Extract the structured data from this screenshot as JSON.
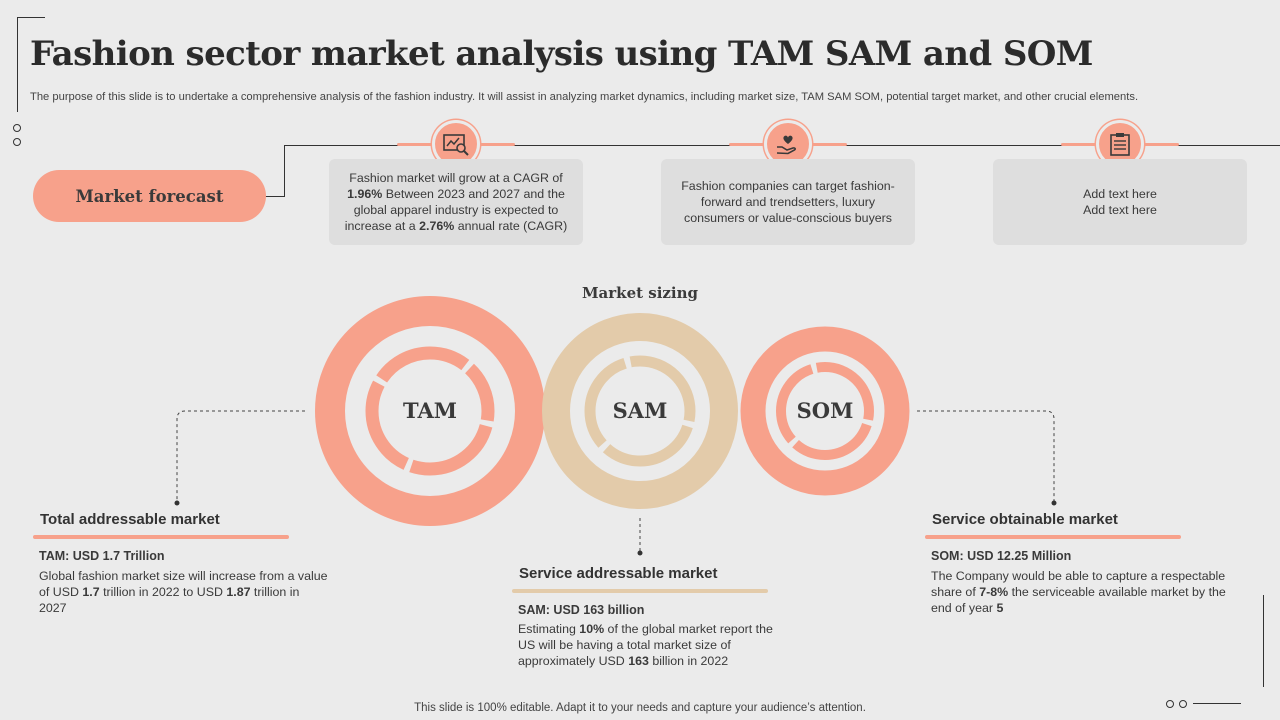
{
  "title": "Fashion sector market analysis using TAM SAM and SOM",
  "subtitle": "The purpose of this slide is to undertake a comprehensive analysis of the fashion industry. It will assist in analyzing market dynamics, including market size, TAM SAM SOM, potential target market, and other crucial elements.",
  "forecast": {
    "label": "Market forecast",
    "cards": [
      {
        "icon": "chart-analysis-icon",
        "parts": [
          "Fashion market will grow at a CAGR of ",
          "1.96%",
          " Between 2023 and 2027 and the global apparel industry is expected to increase at a ",
          "2.76%",
          " annual rate (CAGR)"
        ]
      },
      {
        "icon": "heart-hand-icon",
        "text": "Fashion companies can target fashion-forward and trendsetters, luxury consumers or value-conscious buyers"
      },
      {
        "icon": "clipboard-icon",
        "line1": "Add text here",
        "line2": "Add text here"
      }
    ]
  },
  "sizing": {
    "title": "Market sizing",
    "tam": "TAM",
    "sam": "SAM",
    "som": "SOM"
  },
  "sections": {
    "tam": {
      "title": "Total addressable market",
      "head": "TAM: USD 1.7 Trillion",
      "parts": [
        "Global fashion market size will increase from a value of USD ",
        "1.7",
        " trillion in 2022 to USD ",
        "1.87",
        " trillion in 2027"
      ]
    },
    "sam": {
      "title": "Service addressable market",
      "head": "SAM: USD 163 billion",
      "parts": [
        "Estimating ",
        "10%",
        " of the global market report the US will be having a total market size of approximately USD ",
        "163",
        " billion in 2022"
      ]
    },
    "som": {
      "title": "Service obtainable market",
      "head": "SOM: USD 12.25 Million",
      "parts": [
        "The Company would be able to capture a respectable share of ",
        "7-8%",
        " the serviceable available market by the end of year ",
        "5",
        ""
      ]
    }
  },
  "footer": "This slide is 100% editable. Adapt it to your needs and capture your audience’s attention.",
  "colors": {
    "salmon": "#f7a18b",
    "beige": "#e3cbaa",
    "background": "#ebebeb",
    "card": "#dedede"
  }
}
